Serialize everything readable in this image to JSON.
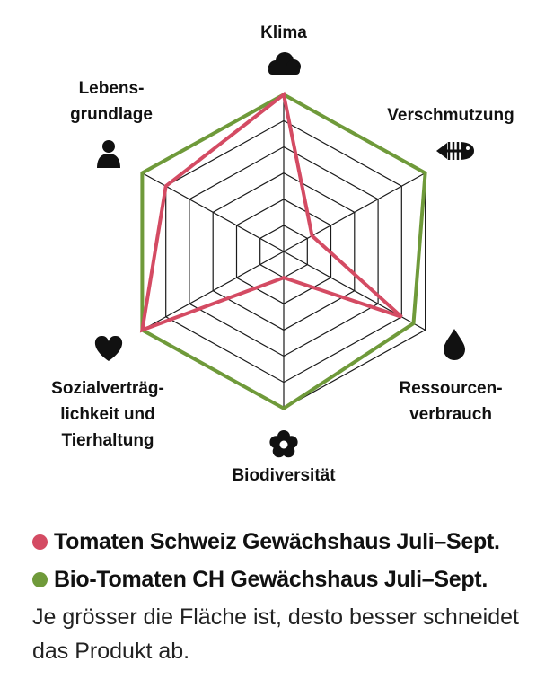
{
  "chart_data": {
    "type": "radar",
    "axes": [
      {
        "id": "klima",
        "lines": [
          "Klima"
        ],
        "icon": "cloud-icon"
      },
      {
        "id": "verschmutzung",
        "lines": [
          "Verschmutzung"
        ],
        "icon": "fish-skeleton-icon"
      },
      {
        "id": "ressourcen",
        "lines": [
          "Ressourcen-",
          "verbrauch"
        ],
        "icon": "drop-icon"
      },
      {
        "id": "biodiversitaet",
        "lines": [
          "Biodiversität"
        ],
        "icon": "flower-icon"
      },
      {
        "id": "sozial",
        "lines": [
          "Sozialverträg-",
          "lichkeit und",
          "Tierhaltung"
        ],
        "icon": "heart-icon"
      },
      {
        "id": "lebensgrundlage",
        "lines": [
          "Lebens-",
          "grundlage"
        ],
        "icon": "person-icon"
      }
    ],
    "levels": 6,
    "range": [
      0,
      6
    ],
    "series": [
      {
        "name": "Tomaten Schweiz Gewächshaus Juli–Sept.",
        "color": "#d44b63",
        "values": [
          6,
          1.2,
          5,
          1,
          6,
          5
        ]
      },
      {
        "name": "Bio-Tomaten CH Gewächshaus Juli–Sept.",
        "color": "#6f9a3a",
        "values": [
          6,
          6,
          5.5,
          6,
          6,
          6
        ]
      }
    ]
  },
  "note": "Je grösser die Fläche ist, desto besser schneidet das Produkt ab."
}
